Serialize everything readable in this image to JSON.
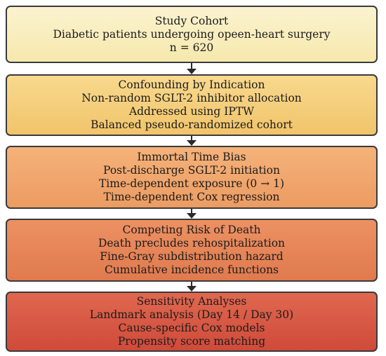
{
  "boxes": [
    {
      "title": "Study Cohort",
      "lines": [
        "Diabetic patients undergoing opeen-heart surgery",
        "n = 620"
      ]
    },
    {
      "title": "Confounding by Indication",
      "lines": [
        "Non-random SGLT-2 inhibitor allocation",
        "Addressed using IPTW",
        "Balanced pseudo-randomized cohort"
      ]
    },
    {
      "title": "Immortal Time Bias",
      "lines": [
        "Post-discharge SGLT-2 initiation",
        "Time-dependent exposure (0 → 1)",
        "Time-dependent Cox regression"
      ]
    },
    {
      "title": "Competing Risk of Death",
      "lines": [
        "Death precludes rehospitalization",
        "Fine-Gray subdistribution hazard",
        "Cumulative incidence functions"
      ]
    },
    {
      "title": "Sensitivity Analyses",
      "lines": [
        "Landmark analysis (Day 14 / Day 30)",
        "Cause-specific Cox models",
        "Propensity score matching"
      ]
    }
  ],
  "colors": {
    "border": "#3a3a3a",
    "arrow": "#2a2a2a",
    "box_fills": [
      "#f8edc0",
      "#f4cf7c",
      "#f0a76e",
      "#e68659",
      "#d85944"
    ]
  }
}
